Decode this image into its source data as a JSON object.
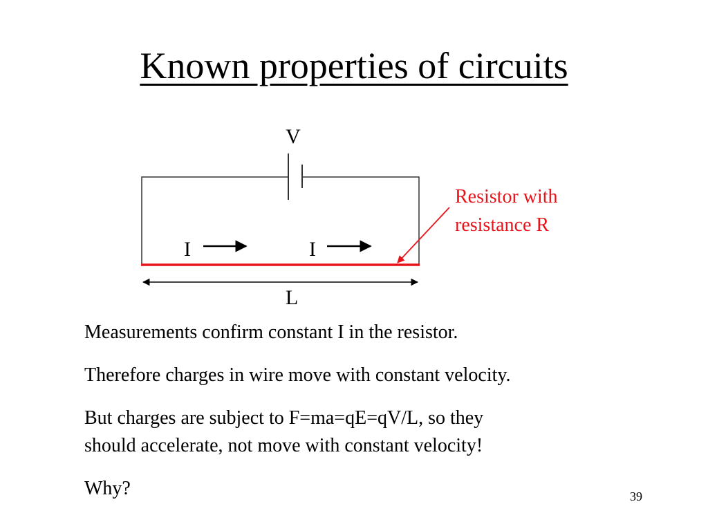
{
  "slide": {
    "title": "Known properties of circuits",
    "page_number": "39"
  },
  "diagram": {
    "battery_label": "V",
    "current_label_left": "I",
    "current_label_right": "I",
    "length_label": "L",
    "resistor_label_line1": "Resistor with",
    "resistor_label_line2": "resistance R",
    "colors": {
      "wire": "#333333",
      "resistor": "#e8141c",
      "resistor_text": "#e8141c"
    }
  },
  "body": {
    "p1": "Measurements confirm constant I in the resistor.",
    "p2": "Therefore charges in wire move with constant velocity.",
    "p3_line1": "But charges are subject to F=ma=qE=qV/L, so they",
    "p3_line2": "should accelerate, not move with constant velocity!",
    "p4": "Why?"
  }
}
